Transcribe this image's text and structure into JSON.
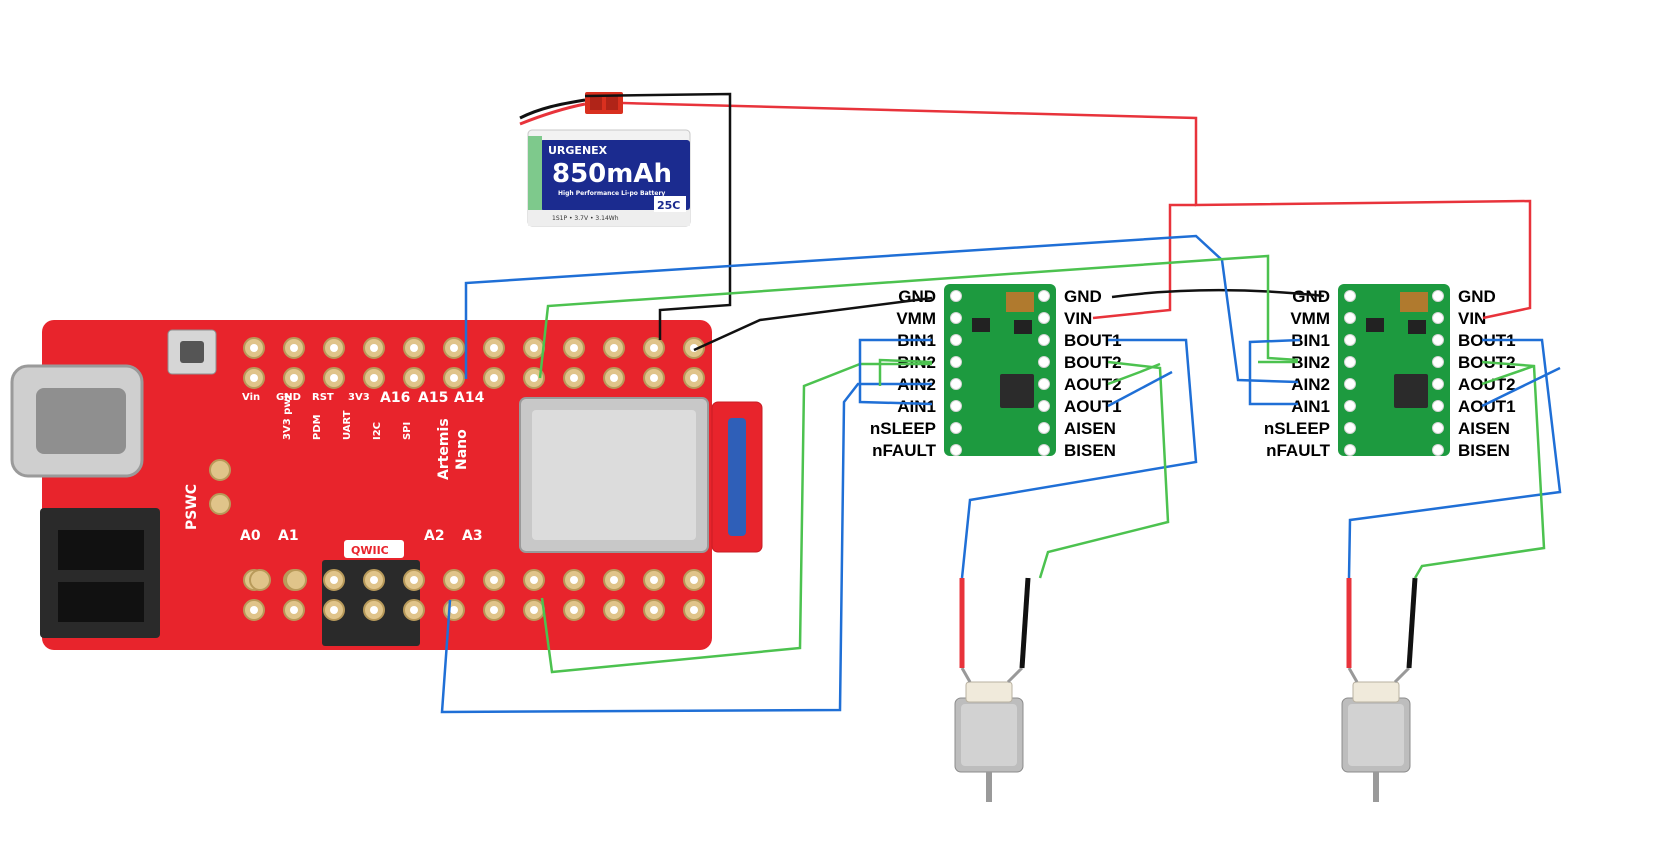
{
  "battery": {
    "brand": "URGENEX",
    "capacity": "850mAh",
    "subtitle": "High Performance Li-po Battery",
    "spec": "1S1P • 3.7V • 3.14Wh",
    "rating": "25C"
  },
  "board": {
    "top_labels": [
      "Vin",
      "GND",
      "RST",
      "3V3",
      "A16",
      "A15",
      "A14"
    ],
    "bottom_labels": [
      "A0",
      "A1",
      "A2",
      "A3"
    ],
    "side_label": "PSWC",
    "qwiic": "QWIIC",
    "title_lines": [
      "Artemis",
      "Nano"
    ]
  },
  "driver_left_pins": [
    "GND",
    "VMM",
    "BIN1",
    "BIN2",
    "AIN2",
    "AIN1",
    "nSLEEP",
    "nFAULT"
  ],
  "driver_right_pins": [
    "GND",
    "VIN",
    "BOUT1",
    "BOUT2",
    "AOUT2",
    "AOUT1",
    "AISEN",
    "BISEN"
  ],
  "colors": {
    "wire_red": "#e8333b",
    "wire_black": "#111111",
    "wire_blue": "#1f6fd6",
    "wire_green": "#4cc24f",
    "board_red": "#e8242c",
    "driver_green": "#1d9a3f"
  }
}
